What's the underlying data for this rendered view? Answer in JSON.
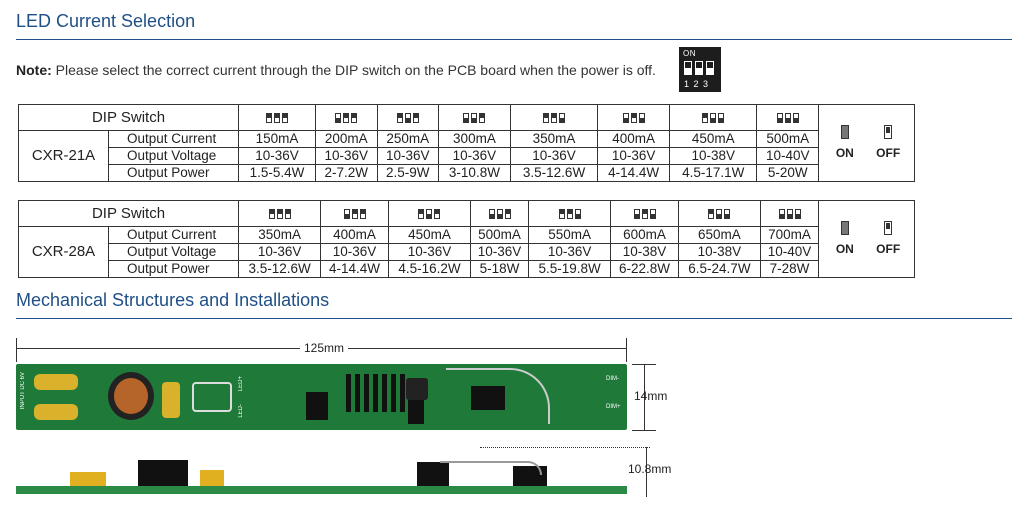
{
  "sections": {
    "led_title": "LED Current Selection",
    "mech_title": "Mechanical Structures and Installations"
  },
  "note": {
    "label": "Note:",
    "text": " Please select the correct current through the DIP switch on the PCB board when the power is off."
  },
  "dip_legend": {
    "on": "ON",
    "nums": "1 2 3"
  },
  "table_common": {
    "dip_switch": "DIP Switch",
    "row_current": "Output Current",
    "row_voltage": "Output Voltage",
    "row_power": "Output Power",
    "on": "ON",
    "off": "OFF"
  },
  "table1": {
    "model": "CXR-21A",
    "current": [
      "150mA",
      "200mA",
      "250mA",
      "300mA",
      "350mA",
      "400mA",
      "450mA",
      "500mA"
    ],
    "voltage": [
      "10-36V",
      "10-36V",
      "10-36V",
      "10-36V",
      "10-36V",
      "10-36V",
      "10-38V",
      "10-40V"
    ],
    "power": [
      "1.5-5.4W",
      "2-7.2W",
      "2.5-9W",
      "3-10.8W",
      "3.5-12.6W",
      "4-14.4W",
      "4.5-17.1W",
      "5-20W"
    ]
  },
  "table2": {
    "model": "CXR-28A",
    "current": [
      "350mA",
      "400mA",
      "450mA",
      "500mA",
      "550mA",
      "600mA",
      "650mA",
      "700mA"
    ],
    "voltage": [
      "10-36V",
      "10-36V",
      "10-36V",
      "10-36V",
      "10-36V",
      "10-38V",
      "10-38V",
      "10-40V"
    ],
    "power": [
      "3.5-12.6W",
      "4-14.4W",
      "4.5-16.2W",
      "5-18W",
      "5.5-19.8W",
      "6-22.8W",
      "6.5-24.7W",
      "7-28W"
    ]
  },
  "mechanical": {
    "length": "125mm",
    "width": "14mm",
    "height": "10.8mm",
    "pcb_input": "INPUT DC 6V",
    "led_plus": "LED+",
    "led_minus": "LED-",
    "dim_minus": "DIM-",
    "dim_plus": "DIM+"
  }
}
